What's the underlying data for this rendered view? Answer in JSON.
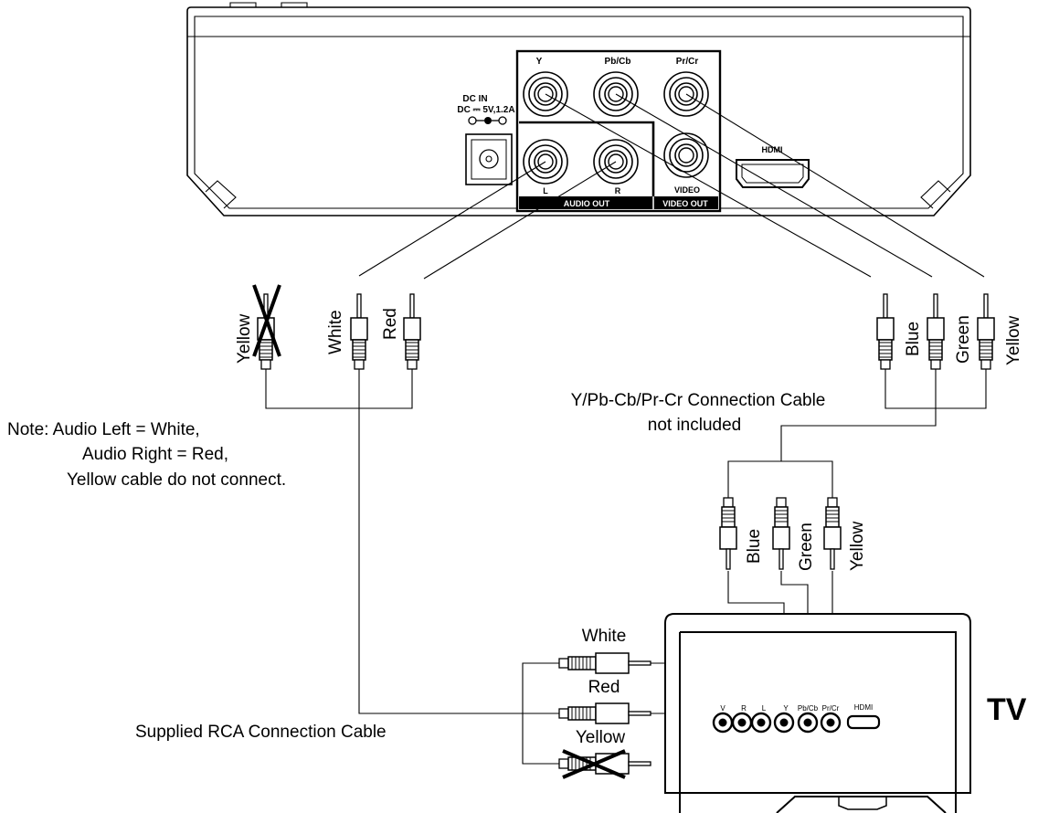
{
  "device": {
    "dc_in": [
      "DC IN",
      "DC ⎓ 5V,1.2A"
    ],
    "jack_labels": {
      "y": "Y",
      "pb": "Pb/Cb",
      "pr": "Pr/Cr",
      "l": "L",
      "r": "R",
      "video": "VIDEO"
    },
    "audio_out": "AUDIO OUT",
    "video_out": "VIDEO OUT",
    "hdmi": "HDMI"
  },
  "left_plugs": {
    "yellow": "Yellow",
    "white": "White",
    "red": "Red"
  },
  "right_plugs": {
    "blue": "Blue",
    "green": "Green",
    "yellow": "Yellow"
  },
  "mid_plugs": {
    "blue": "Blue",
    "green": "Green",
    "yellow": "Yellow"
  },
  "tv_plugs": {
    "white": "White",
    "red": "Red",
    "yellow": "Yellow"
  },
  "component_cable": [
    "Y/Pb-Cb/Pr-Cr Connection Cable",
    "not included"
  ],
  "note": [
    "Note: Audio Left = White,",
    "Audio Right = Red,",
    "Yellow cable do not connect."
  ],
  "rca_cable": "Supplied RCA Connection Cable",
  "tv": {
    "title": "TV",
    "jacks": [
      "V",
      "R",
      "L",
      "Y",
      "Pb/Cb",
      "Pr/Cr",
      "HDMI"
    ]
  }
}
